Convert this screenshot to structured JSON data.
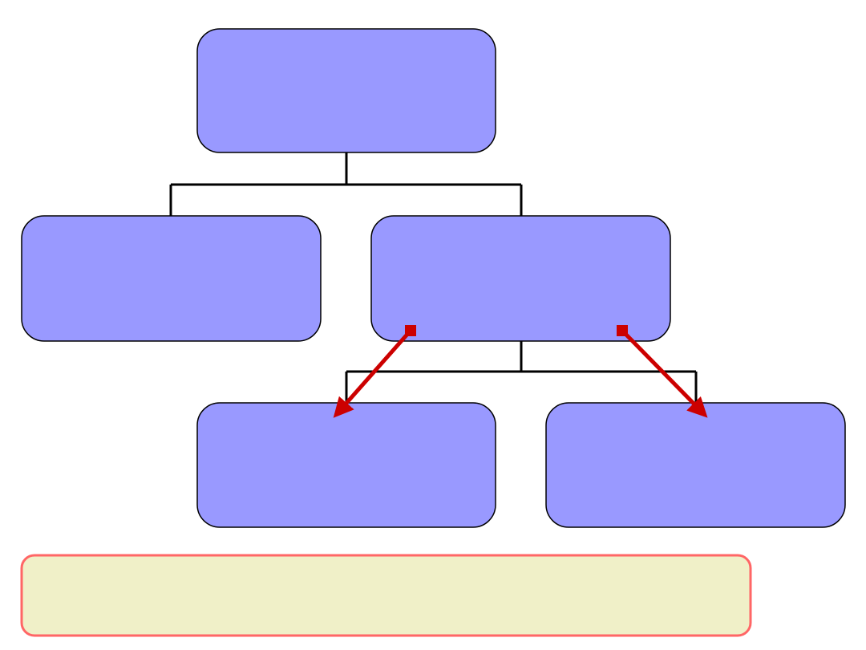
{
  "colors": {
    "node_fill": "#9999ff",
    "node_stroke": "#000000",
    "connector": "#000000",
    "arrow": "#cc0000",
    "note_fill": "#f0f0c8",
    "note_stroke": "#ff6666",
    "background": "#ffffff"
  },
  "diagram": {
    "type": "hierarchy",
    "nodes": [
      {
        "id": "root",
        "label": ""
      },
      {
        "id": "left-child",
        "label": ""
      },
      {
        "id": "right-child",
        "label": ""
      },
      {
        "id": "grandchild-left",
        "label": ""
      },
      {
        "id": "grandchild-right",
        "label": ""
      }
    ],
    "edges": [
      {
        "from": "root",
        "to": "left-child"
      },
      {
        "from": "root",
        "to": "right-child"
      },
      {
        "from": "right-child",
        "to": "grandchild-left"
      },
      {
        "from": "right-child",
        "to": "grandchild-right"
      }
    ],
    "arrows": [
      {
        "from": "right-child",
        "to": "grandchild-left"
      },
      {
        "from": "right-child",
        "to": "grandchild-right"
      }
    ],
    "note": {
      "text": ""
    }
  }
}
